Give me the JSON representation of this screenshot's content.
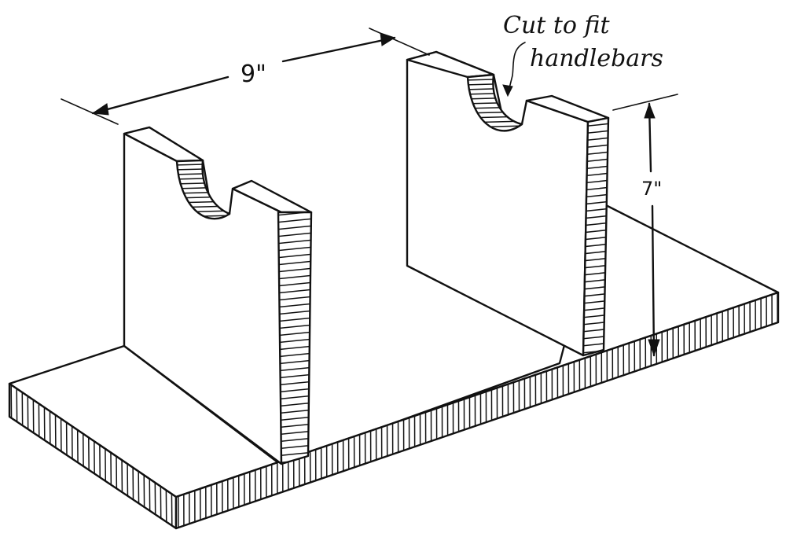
{
  "labels": {
    "width_dimension": "9\"",
    "height_dimension": "7\"",
    "note_line_1": "Cut to fit",
    "note_line_2": "handlebars"
  }
}
